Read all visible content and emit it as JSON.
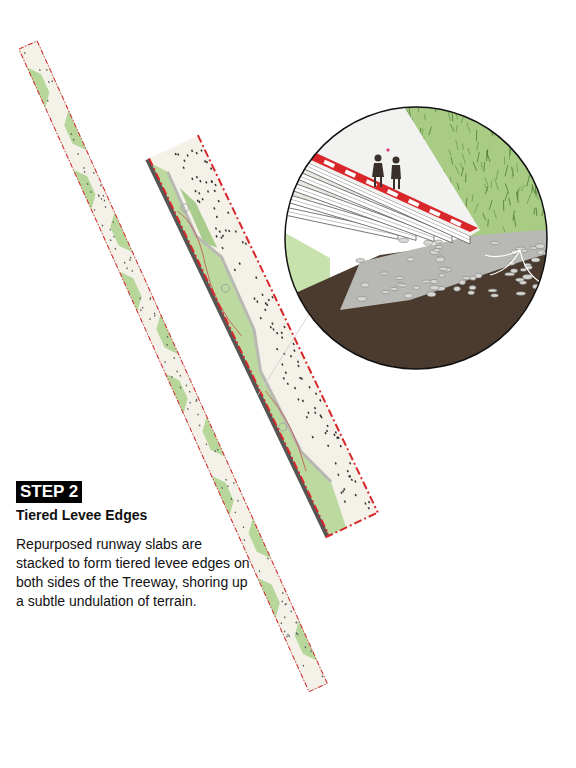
{
  "diagram": {
    "title": "Tiered Levee Edges",
    "nodes": [
      {
        "text": [
          "STEP 2"
        ]
      }
    ],
    "labels": [
      "Repurposed runway slabs are stacked to form tiered levee edges on both sides of the Treeway, shoring up a subtle undulation of terrain."
    ]
  }
}
